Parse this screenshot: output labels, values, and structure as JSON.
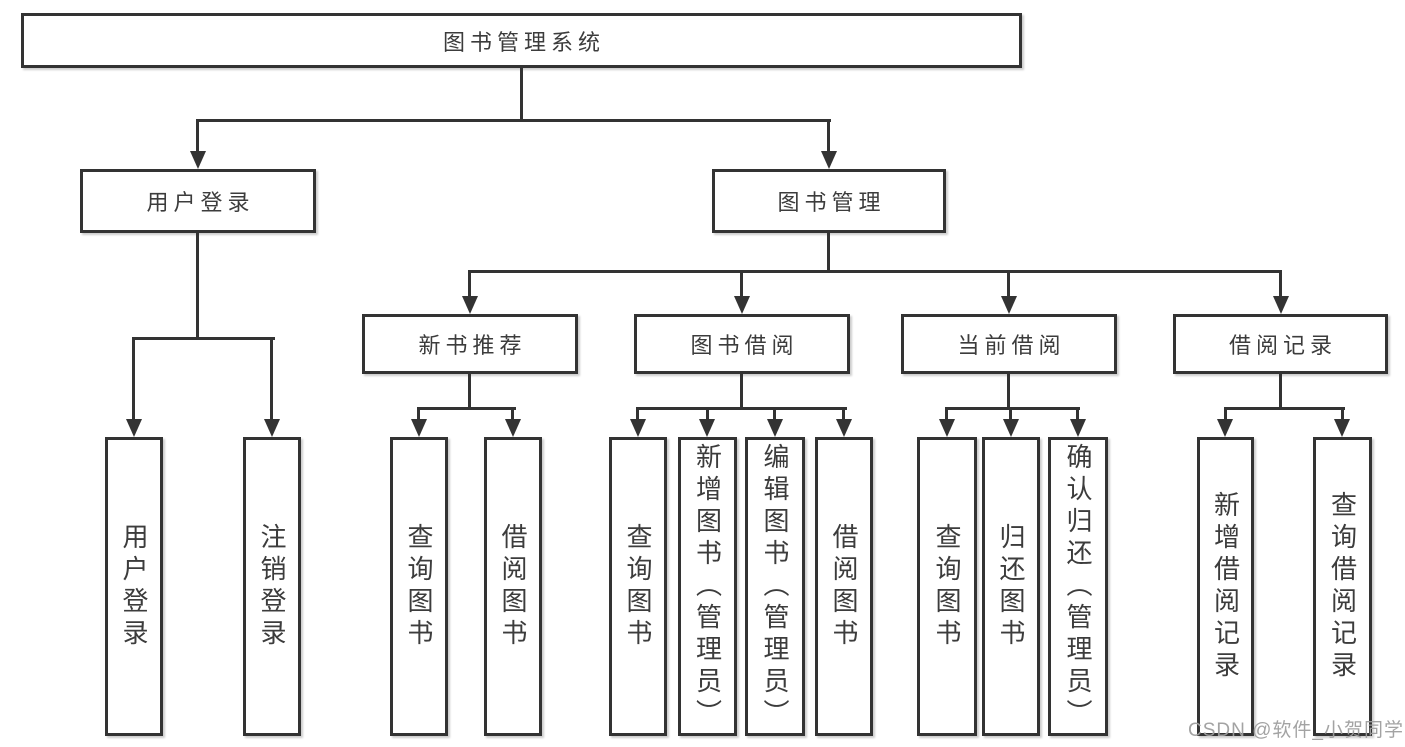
{
  "diagram_title": "图书管理系统",
  "nodes": {
    "root": "图书管理系统",
    "user_login": "用户登录",
    "book_mgmt": "图书管理",
    "new_book": "新书推荐",
    "book_borrow": "图书借阅",
    "current_borrow": "当前借阅",
    "borrow_record": "借阅记录",
    "ul_login": "用户登录",
    "ul_logout": "注销登录",
    "nb_query": "查询图书",
    "nb_borrow": "借阅图书",
    "bb_query": "查询图书",
    "bb_add": "新增图书（管理员）",
    "bb_edit": "编辑图书（管理员）",
    "bb_borrow": "借阅图书",
    "cb_query": "查询图书",
    "cb_return": "归还图书",
    "cb_confirm": "确认归还（管理员）",
    "br_add": "新增借阅记录",
    "br_query": "查询借阅记录"
  },
  "hierarchy": {
    "图书管理系统": {
      "用户登录": [
        "用户登录",
        "注销登录"
      ],
      "图书管理": {
        "新书推荐": [
          "查询图书",
          "借阅图书"
        ],
        "图书借阅": [
          "查询图书",
          "新增图书（管理员）",
          "编辑图书（管理员）",
          "借阅图书"
        ],
        "当前借阅": [
          "查询图书",
          "归还图书",
          "确认归还（管理员）"
        ],
        "借阅记录": [
          "新增借阅记录",
          "查询借阅记录"
        ]
      }
    }
  },
  "watermark": "CSDN @软件_小贺同学",
  "colors": {
    "line": "#333333",
    "text": "#3c3c3c",
    "background": "#ffffff",
    "watermark": "#9e9e9e"
  }
}
